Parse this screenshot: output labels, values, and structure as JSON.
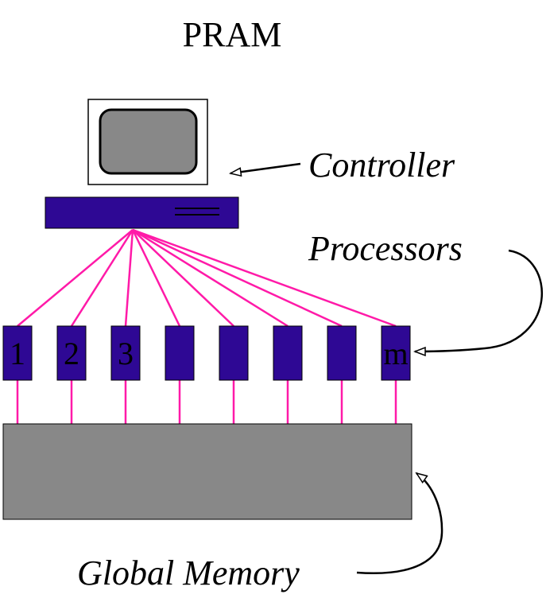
{
  "title": "PRAM",
  "labels": {
    "controller": "Controller",
    "processors": "Processors",
    "global_memory": "Global Memory"
  },
  "processors": [
    "1",
    "2",
    "3",
    "",
    "",
    "",
    "",
    "m"
  ],
  "colors": {
    "processor_fill": "#2e0894",
    "wire": "#ff1aa8",
    "memory_fill": "#888888",
    "screen_fill": "#888888",
    "outline": "#000000"
  }
}
